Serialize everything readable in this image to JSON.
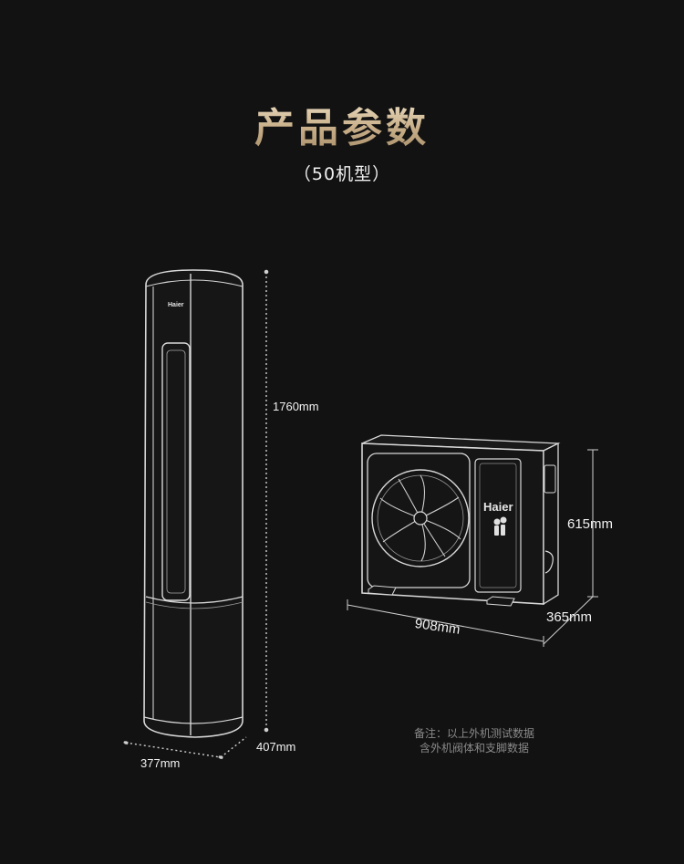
{
  "title": "产品参数",
  "subtitle": "（50机型）",
  "indoor_unit": {
    "brand": "Haier",
    "height": "1760mm",
    "width": "377mm",
    "depth": "407mm"
  },
  "outdoor_unit": {
    "brand": "Haier",
    "height": "615mm",
    "width": "908mm",
    "depth": "365mm"
  },
  "note": {
    "line1": "备注：以上外机测试数据",
    "line2": "含外机阀体和支脚数据"
  }
}
